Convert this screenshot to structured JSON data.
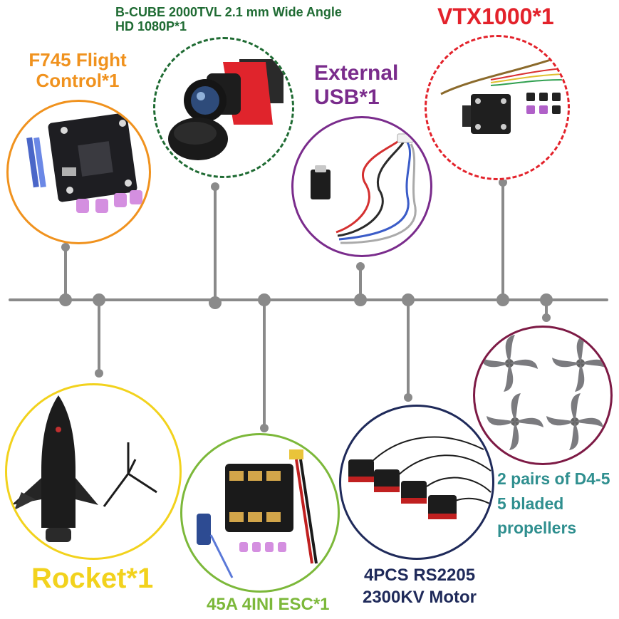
{
  "colors": {
    "timeline": "#8a8a8a",
    "orange": "#f0921e",
    "green_dark": "#1f6b33",
    "purple": "#7a2c8c",
    "red": "#e3222b",
    "maroon": "#7d1a45",
    "teal": "#2f8f8f",
    "navy": "#1f2a5a",
    "yellow": "#f2d21d",
    "lime": "#7cb83a"
  },
  "items": {
    "flight_control": {
      "line1": "F745 Flight",
      "line2": "Control*1"
    },
    "camera": {
      "line1": "B-CUBE 2000TVL 2.1 mm Wide Angle",
      "line2": "HD 1080P*1"
    },
    "usb": {
      "line1": "External",
      "line2": "USB*1"
    },
    "vtx": {
      "line1": "VTX1000*1"
    },
    "propellers": {
      "line1": "2 pairs of D4-5",
      "line2": "5 bladed",
      "line3": "propellers"
    },
    "rocket": {
      "line1": "Rocket*1"
    },
    "esc": {
      "line1": "45A 4INI ESC*1"
    },
    "motor": {
      "line1": "4PCS RS2205",
      "line2": "2300KV Motor"
    }
  },
  "icons": {
    "flight_control": "flight-controller-board-icon",
    "camera": "fpv-camera-icon",
    "usb": "usb-adapter-icon",
    "vtx": "video-transmitter-icon",
    "propellers": "propeller-icon",
    "rocket": "rocket-icon",
    "esc": "esc-board-icon",
    "motor": "brushless-motor-icon"
  }
}
